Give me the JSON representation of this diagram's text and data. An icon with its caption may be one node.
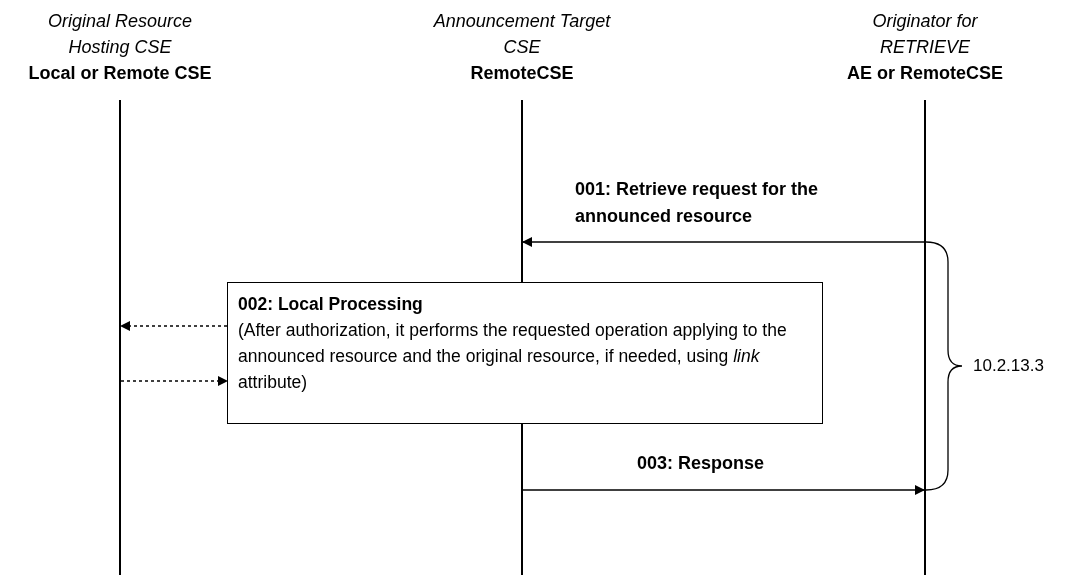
{
  "diagram": {
    "nodes": [
      {
        "text": [],
        "shape": "bar"
      },
      {
        "text": [],
        "shape": "bar"
      },
      {
        "text": [],
        "shape": "bar"
      },
      {
        "text": [
          "002: Local Processing",
          "(After authorization, it performs the requested operation applying to the announced resource and the original resource, if needed, using *link* attribute)"
        ]
      }
    ],
    "edges": [
      {
        "from": 2,
        "to": 1,
        "arrow": "to",
        "label": "001: Retrieve request for the announced resource"
      },
      {
        "from": 3,
        "to": 0,
        "arrow": "to",
        "style": "dashed"
      },
      {
        "from": 0,
        "to": 3,
        "arrow": "to",
        "style": "dashed"
      },
      {
        "from": 1,
        "to": 2,
        "arrow": "to",
        "label": "003: Response"
      }
    ],
    "labels": [
      "Original Resource Hosting CSE",
      "Local or Remote CSE",
      "Announcement Target CSE",
      "RemoteCSE",
      "Originator for RETRIEVE",
      "AE or RemoteCSE",
      "10.2.13.3"
    ]
  }
}
